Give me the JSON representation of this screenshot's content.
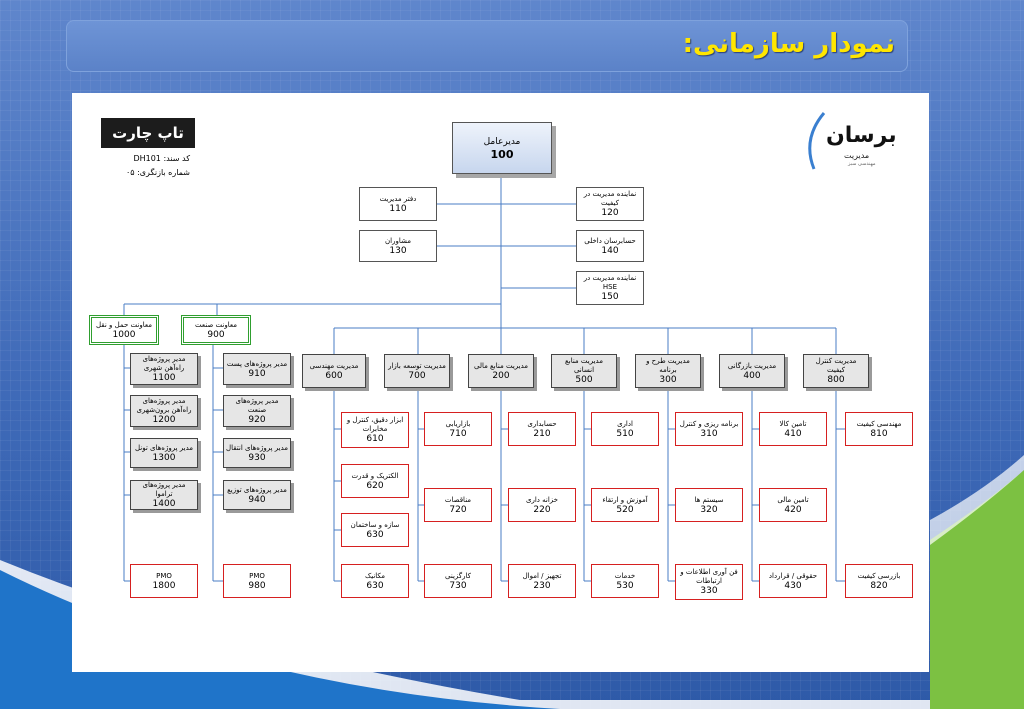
{
  "slide": {
    "title": "نمودار سازمانی:",
    "chart_label": "تاپ چارت",
    "doc_code_label": "کد سند:",
    "doc_code": "DH101",
    "revision": "شماره بازنگری: ۰۵",
    "logo_text": "برسان",
    "logo_sub": "مدیریت",
    "logo_sub2": "مهندسی سبز"
  },
  "org": {
    "ceo": {
      "name": "مدیرعامل",
      "code": "100"
    },
    "staff": [
      {
        "key": "s110",
        "name": "دفتر مدیریت",
        "code": "110"
      },
      {
        "key": "s130",
        "name": "مشاوران",
        "code": "130"
      },
      {
        "key": "s120",
        "name": "نماینده مدیریت در کیفیت",
        "code": "120"
      },
      {
        "key": "s140",
        "name": "حسابرسان داخلی",
        "code": "140"
      },
      {
        "key": "s150",
        "name": "نماینده مدیریت در HSE",
        "code": "150"
      }
    ],
    "support": [
      {
        "key": "d1000",
        "name": "معاونت حمل و نقل",
        "code": "1000"
      },
      {
        "key": "d900",
        "name": "معاونت صنعت",
        "code": "900"
      }
    ],
    "departments": [
      {
        "key": "d600",
        "name": "مدیریت مهندسی",
        "code": "600"
      },
      {
        "key": "d700",
        "name": "مدیریت توسعه بازار",
        "code": "700"
      },
      {
        "key": "d200",
        "name": "مدیریت منابع مالی",
        "code": "200"
      },
      {
        "key": "d500",
        "name": "مدیریت منابع انسانی",
        "code": "500"
      },
      {
        "key": "d300",
        "name": "مدیریت طرح و برنامه",
        "code": "300"
      },
      {
        "key": "d400",
        "name": "مدیریت بازرگانی",
        "code": "400"
      },
      {
        "key": "d800",
        "name": "مدیریت کنترل کیفیت",
        "code": "800"
      }
    ],
    "units": [
      {
        "key": "u1100",
        "name": "مدیر پروژه‌های راه‌آهن شهری",
        "code": "1100"
      },
      {
        "key": "u1200",
        "name": "مدیر پروژه‌های راه‌آهن برون‌شهری",
        "code": "1200"
      },
      {
        "key": "u1300",
        "name": "مدیر پروژه‌های تونل",
        "code": "1300"
      },
      {
        "key": "u1400",
        "name": "مدیر پروژه‌های تراموا",
        "code": "1400"
      },
      {
        "key": "u1800",
        "name": "PMO",
        "code": "1800"
      },
      {
        "key": "u910",
        "name": "مدیر پروژه‌های پست",
        "code": "910"
      },
      {
        "key": "u920",
        "name": "مدیر پروژه‌های صنعت",
        "code": "920"
      },
      {
        "key": "u930",
        "name": "مدیر پروژه‌های انتقال",
        "code": "930"
      },
      {
        "key": "u940",
        "name": "مدیر پروژه‌های توزیع",
        "code": "940"
      },
      {
        "key": "u980",
        "name": "PMO",
        "code": "980"
      },
      {
        "key": "u610",
        "name": "ابزار دقیق، کنترل و مخابرات",
        "code": "610"
      },
      {
        "key": "u620",
        "name": "الکتریک و قدرت",
        "code": "620"
      },
      {
        "key": "u630a",
        "name": "سازه و ساختمان",
        "code": "630"
      },
      {
        "key": "u630b",
        "name": "مکانیک",
        "code": "630"
      },
      {
        "key": "u710",
        "name": "بازاریابی",
        "code": "710"
      },
      {
        "key": "u720",
        "name": "مناقصات",
        "code": "720"
      },
      {
        "key": "u730",
        "name": "کارگزینی",
        "code": "730"
      },
      {
        "key": "u210",
        "name": "حسابداری",
        "code": "210"
      },
      {
        "key": "u220",
        "name": "خزانه داری",
        "code": "220"
      },
      {
        "key": "u230",
        "name": "تجهیز / اموال",
        "code": "230"
      },
      {
        "key": "u510",
        "name": "اداری",
        "code": "510"
      },
      {
        "key": "u520",
        "name": "آموزش و ارتقاء",
        "code": "520"
      },
      {
        "key": "u530",
        "name": "خدمات",
        "code": "530"
      },
      {
        "key": "u310",
        "name": "برنامه ریزی و کنترل",
        "code": "310"
      },
      {
        "key": "u320",
        "name": "سیستم ها",
        "code": "320"
      },
      {
        "key": "u330",
        "name": "فن آوری اطلاعات و ارتباطات",
        "code": "330"
      },
      {
        "key": "u410",
        "name": "تامین کالا",
        "code": "410"
      },
      {
        "key": "u420",
        "name": "تامین مالی",
        "code": "420"
      },
      {
        "key": "u430",
        "name": "حقوقی / قرارداد",
        "code": "430"
      },
      {
        "key": "u810",
        "name": "مهندسی کیفیت",
        "code": "810"
      },
      {
        "key": "u820",
        "name": "بازرسی کیفیت",
        "code": "820"
      }
    ]
  },
  "colors": {
    "background_blue": "#3f6ab8",
    "title_yellow": "#ffe600",
    "line_blue": "#4a7cc4",
    "unit_border_red": "#d62020",
    "support_border_green": "#2f9e2f",
    "wave_green": "#7cc142"
  }
}
